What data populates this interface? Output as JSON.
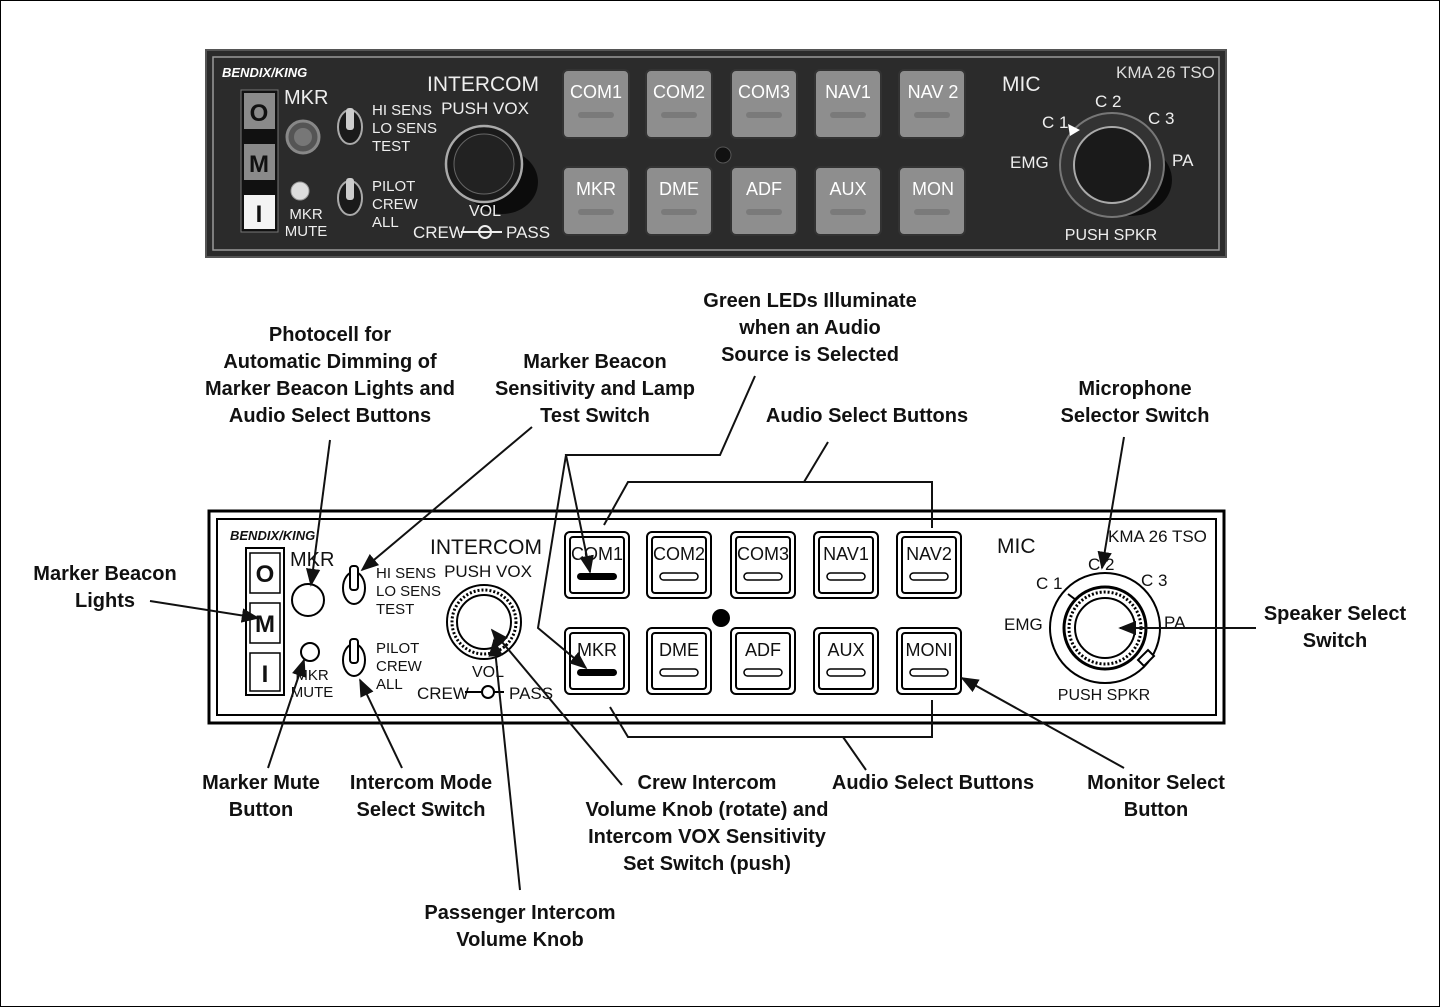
{
  "top_panel": {
    "brand": "BENDIX/KING",
    "model": "KMA 26 TSO",
    "marker_label": "MKR",
    "marker_lights": [
      "O",
      "M",
      "I"
    ],
    "sens_switch": [
      "HI SENS",
      "LO SENS",
      "TEST"
    ],
    "mode_switch": [
      "PILOT",
      "CREW",
      "ALL"
    ],
    "mute_label": [
      "MKR",
      "MUTE"
    ],
    "intercom_title": "INTERCOM",
    "push_vox": "PUSH VOX",
    "vol": "VOL",
    "crew": "CREW",
    "pass": "PASS",
    "buttons_row1": [
      "COM1",
      "COM2",
      "COM3",
      "NAV1",
      "NAV 2"
    ],
    "buttons_row2": [
      "MKR",
      "DME",
      "ADF",
      "AUX",
      "MON"
    ],
    "mic": "MIC",
    "mic_positions": [
      "C 1",
      "C 2",
      "C 3",
      "EMG",
      "PA"
    ],
    "push_spkr": "PUSH SPKR"
  },
  "bottom_panel": {
    "brand": "BENDIX/KING",
    "model": "KMA 26 TSO",
    "marker_label": "MKR",
    "marker_lights": [
      "O",
      "M",
      "I"
    ],
    "sens_switch": [
      "HI SENS",
      "LO SENS",
      "TEST"
    ],
    "mode_switch": [
      "PILOT",
      "CREW",
      "ALL"
    ],
    "mute_label": [
      "MKR",
      "MUTE"
    ],
    "intercom_title": "INTERCOM",
    "push_vox": "PUSH VOX",
    "vol": "VOL",
    "crew": "CREW",
    "pass": "PASS",
    "buttons_row1": [
      "COM1",
      "COM2",
      "COM3",
      "NAV1",
      "NAV2"
    ],
    "buttons_row2": [
      "MKR",
      "DME",
      "ADF",
      "AUX",
      "MONI"
    ],
    "mic": "MIC",
    "mic_positions": [
      "C 1",
      "C 2",
      "C 3",
      "EMG",
      "PA"
    ],
    "push_spkr": "PUSH SPKR"
  },
  "callouts": {
    "green_leds": "Green LEDs Illuminate\nwhen an Audio\nSource is Selected",
    "photocell": "Photocell for\nAutomatic Dimming of\nMarker Beacon Lights and\nAudio Select Buttons",
    "marker_sens": "Marker Beacon\nSensitivity and Lamp\nTest Switch",
    "audio_select_top": "Audio Select Buttons",
    "mic_selector": "Microphone\nSelector Switch",
    "marker_lights": "Marker Beacon\nLights",
    "speaker_select": "Speaker Select\nSwitch",
    "marker_mute": "Marker Mute\nButton",
    "intercom_mode": "Intercom Mode\nSelect Switch",
    "crew_volume": "Crew Intercom\nVolume Knob (rotate) and\nIntercom VOX Sensitivity\nSet Switch (push)",
    "audio_select_bottom": "Audio Select Buttons",
    "monitor_select": "Monitor Select\nButton",
    "passenger_volume": "Passenger Intercom\nVolume Knob"
  }
}
